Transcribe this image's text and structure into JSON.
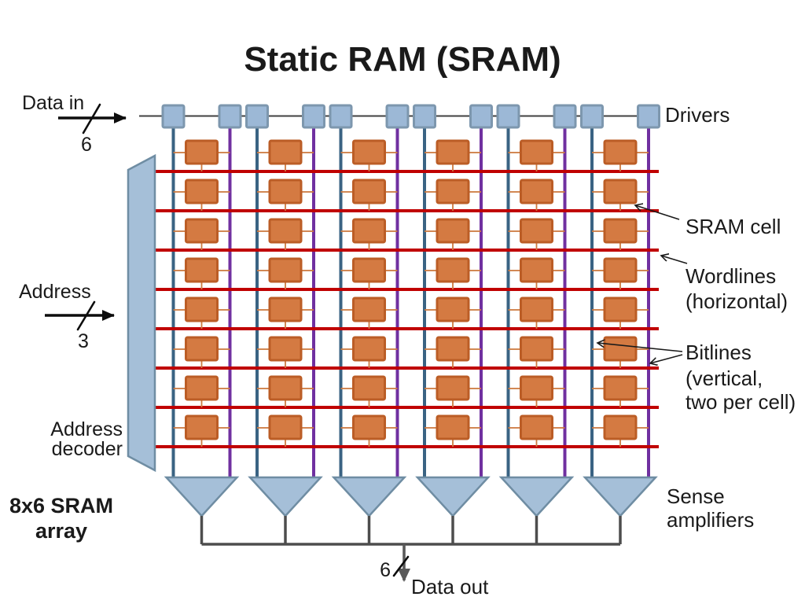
{
  "title": "Static RAM (SRAM)",
  "inputs": {
    "data_in": {
      "label": "Data in",
      "bus_width": "6"
    },
    "address": {
      "label": "Address",
      "bus_width": "3"
    }
  },
  "outputs": {
    "data_out": {
      "label": "Data out",
      "bus_width": "6"
    }
  },
  "labels": {
    "drivers": "Drivers",
    "sram_cell": "SRAM cell",
    "wordlines": "Wordlines",
    "wordlines_sub": "(horizontal)",
    "bitlines": "Bitlines",
    "bitlines_sub1": "(vertical,",
    "bitlines_sub2": "two per cell)",
    "sense_amp_line1": "Sense",
    "sense_amp_line2": "amplifiers",
    "decoder_line1": "Address",
    "decoder_line2": "decoder",
    "array_line1": "8x6 SRAM",
    "array_line2": "array"
  },
  "diagram": {
    "rows": 8,
    "cols": 6,
    "colors": {
      "cell_fill": "#D47A42",
      "cell_border": "#BB5D26",
      "cell_connector": "#CD7A41",
      "driver_fill": "#9CB8D6",
      "driver_border": "#7D97AE",
      "amp_fill": "#A5BFD8",
      "amp_border": "#6F8DA3",
      "wordline_red": "#C00000",
      "bitline_blue": "#3A6383",
      "bitline_purple": "#7030A0",
      "bus_gray": "#4D4D4D",
      "out_arrow_gray": "#595959",
      "wire_gray": "#404040",
      "label_orange": "#E58449",
      "label_red": "#CC2020",
      "label_navy": "#1F3864"
    }
  }
}
